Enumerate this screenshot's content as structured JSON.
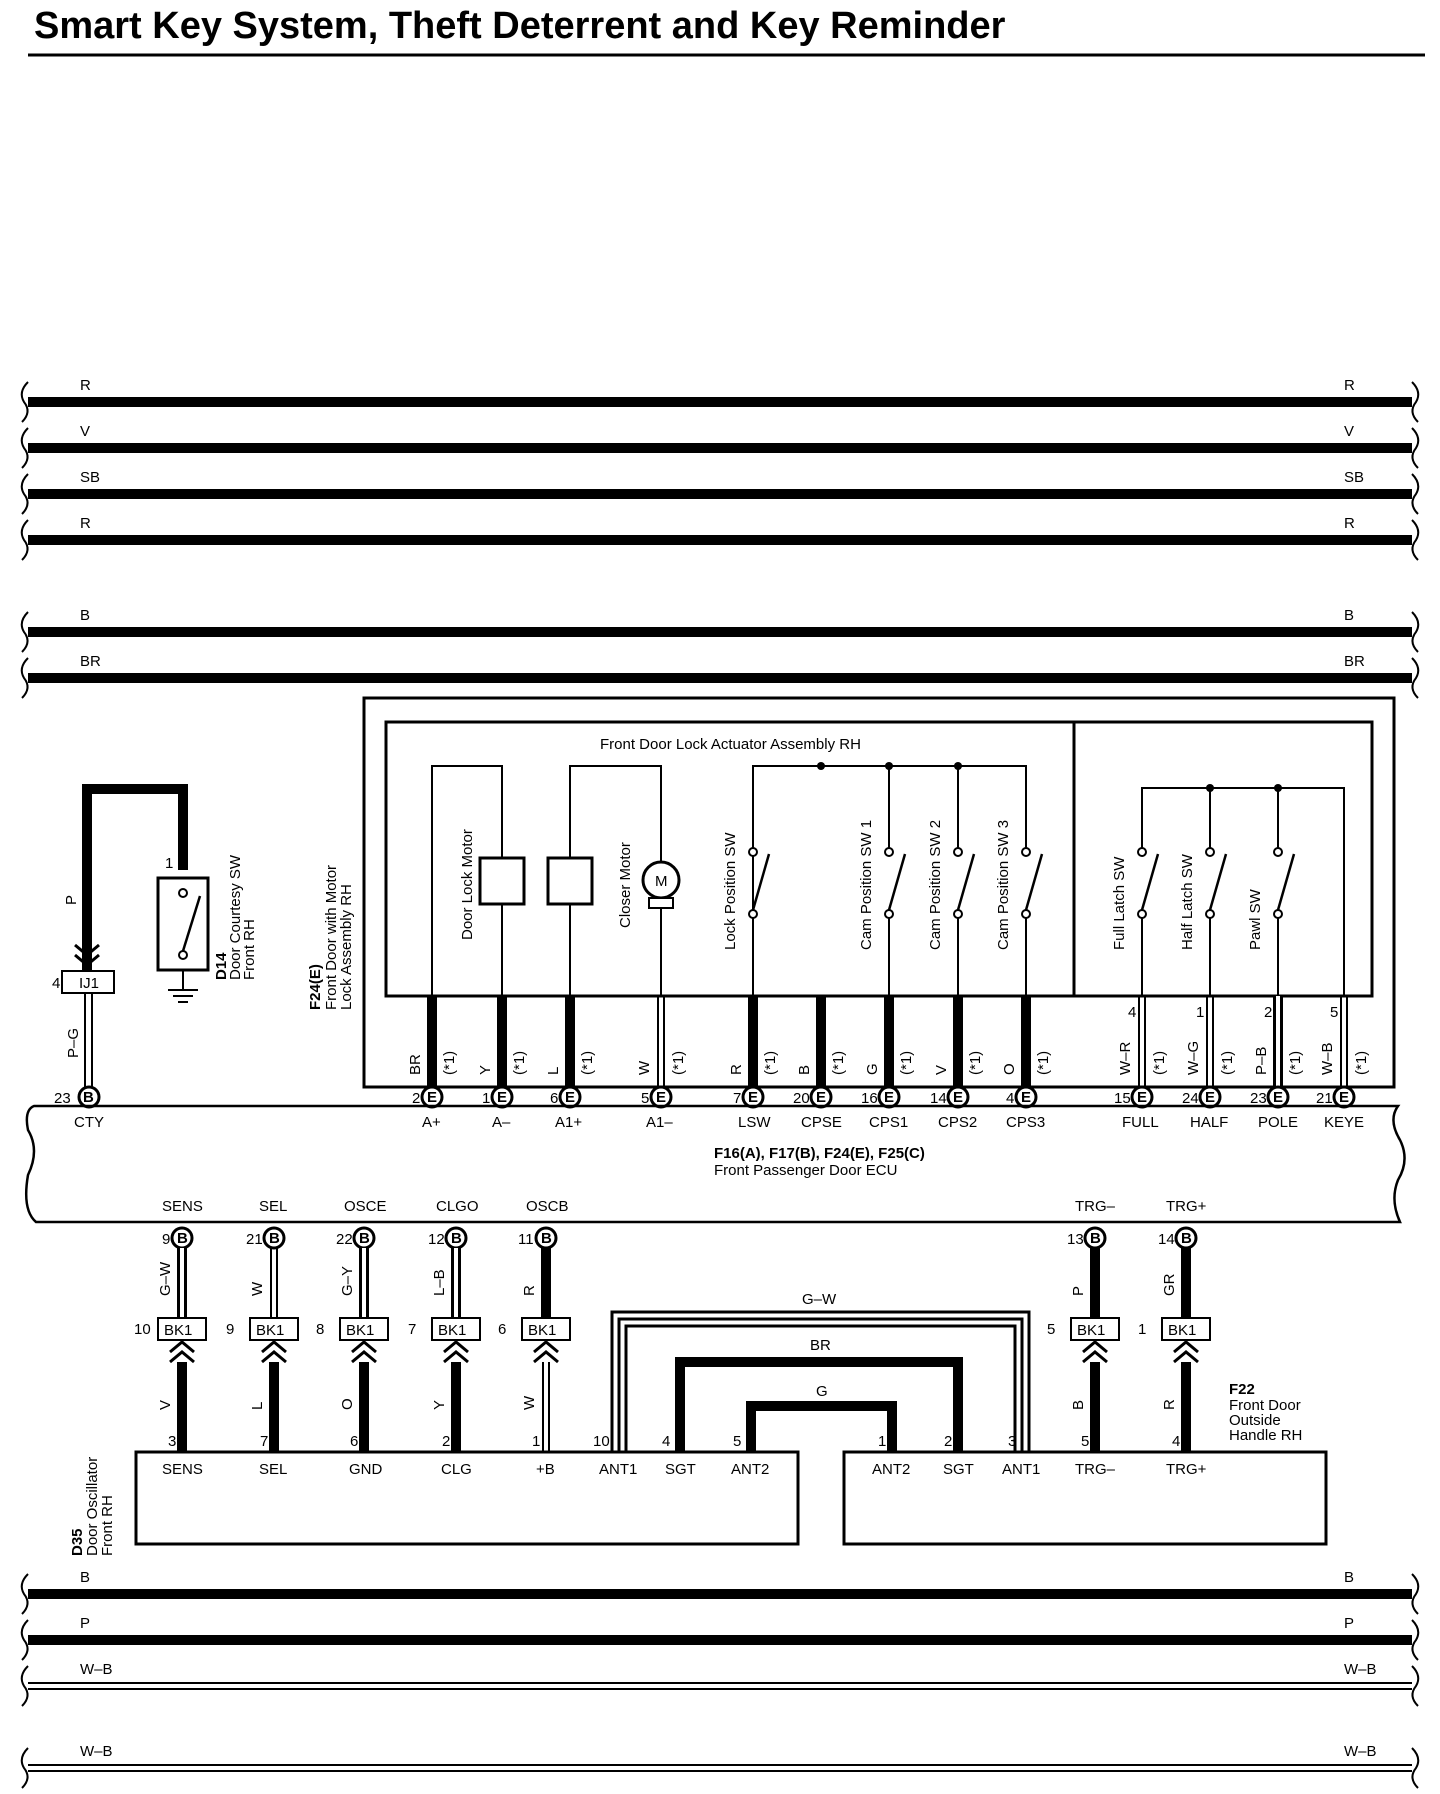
{
  "title": "Smart Key System, Theft Deterrent and Key Reminder",
  "top_wires": [
    "R",
    "V",
    "SB",
    "R",
    "B",
    "BR"
  ],
  "bottom_wires": [
    "B",
    "P",
    "W–B",
    "W–B"
  ],
  "d14": {
    "wire": "P",
    "junction_pin": "4",
    "junction": "IJ1",
    "wire2": "P–G",
    "pin_num": "23",
    "pin_conn": "B",
    "terminal": "CTY",
    "switch_pin": "1",
    "label": [
      "D14",
      "Door Courtesy SW",
      "Front RH"
    ]
  },
  "actuator": {
    "title": "Front Door Lock Actuator Assembly RH",
    "assembly_label": [
      "F24(E)",
      "Front Door with Motor",
      "Lock Assembly RH"
    ],
    "components": [
      "Door Lock Motor",
      "Closer Motor",
      "M",
      "Lock Position SW",
      "Cam Position SW 1",
      "Cam Position SW 2",
      "Cam Position SW 3",
      "Full Latch SW",
      "Half Latch SW",
      "Pawl SW"
    ],
    "note": "(*1)",
    "pins": [
      {
        "wire": "BR",
        "num": "2",
        "conn": "E",
        "term": "A+"
      },
      {
        "wire": "Y",
        "num": "1",
        "conn": "E",
        "term": "A–"
      },
      {
        "wire": "L",
        "num": "6",
        "conn": "E",
        "term": "A1+"
      },
      {
        "wire": "W",
        "num": "5",
        "conn": "E",
        "term": "A1–"
      },
      {
        "wire": "R",
        "num": "7",
        "conn": "E",
        "term": "LSW"
      },
      {
        "wire": "B",
        "num": "20",
        "conn": "E",
        "term": "CPSE"
      },
      {
        "wire": "G",
        "num": "16",
        "conn": "E",
        "term": "CPS1"
      },
      {
        "wire": "V",
        "num": "14",
        "conn": "E",
        "term": "CPS2"
      },
      {
        "wire": "O",
        "num": "4",
        "conn": "E",
        "term": "CPS3"
      },
      {
        "wire": "W–R",
        "top": "4",
        "num": "15",
        "conn": "E",
        "term": "FULL"
      },
      {
        "wire": "W–G",
        "top": "1",
        "num": "24",
        "conn": "E",
        "term": "HALF"
      },
      {
        "wire": "P–B",
        "top": "2",
        "num": "23",
        "conn": "E",
        "term": "POLE"
      },
      {
        "wire": "W–B",
        "top": "5",
        "num": "21",
        "conn": "E",
        "term": "KEYE"
      }
    ]
  },
  "ecu": {
    "label1": "F16(A), F17(B), F24(E), F25(C)",
    "label2": "Front Passenger Door ECU",
    "bottom_pins": [
      {
        "term": "SENS",
        "num": "9",
        "conn": "B",
        "wire": "G–W",
        "jnum": "10",
        "j": "BK1",
        "wire2": "V",
        "bnum": "3",
        "bterm": "SENS"
      },
      {
        "term": "SEL",
        "num": "21",
        "conn": "B",
        "wire": "W",
        "jnum": "9",
        "j": "BK1",
        "wire2": "L",
        "bnum": "7",
        "bterm": "SEL"
      },
      {
        "term": "OSCE",
        "num": "22",
        "conn": "B",
        "wire": "G–Y",
        "jnum": "8",
        "j": "BK1",
        "wire2": "O",
        "bnum": "6",
        "bterm": "GND"
      },
      {
        "term": "CLGO",
        "num": "12",
        "conn": "B",
        "wire": "L–B",
        "jnum": "7",
        "j": "BK1",
        "wire2": "Y",
        "bnum": "2",
        "bterm": "CLG"
      },
      {
        "term": "OSCB",
        "num": "11",
        "conn": "B",
        "wire": "R",
        "jnum": "6",
        "j": "BK1",
        "wire2": "W",
        "bnum": "1",
        "bterm": "+B"
      },
      {
        "term": "TRG–",
        "num": "13",
        "conn": "B",
        "wire": "P",
        "jnum": "5",
        "j": "BK1",
        "wire2": "B",
        "bnum": "5",
        "bterm": "TRG–"
      },
      {
        "term": "TRG+",
        "num": "14",
        "conn": "B",
        "wire": "GR",
        "jnum": "1",
        "j": "BK1",
        "wire2": "R",
        "bnum": "4",
        "bterm": "TRG+"
      }
    ]
  },
  "antenna": {
    "wires": [
      "G–W",
      "BR",
      "G"
    ],
    "left": [
      {
        "num": "10",
        "term": "ANT1"
      },
      {
        "num": "4",
        "term": "SGT"
      },
      {
        "num": "5",
        "term": "ANT2"
      }
    ],
    "right": [
      {
        "num": "1",
        "term": "ANT2"
      },
      {
        "num": "2",
        "term": "SGT"
      },
      {
        "num": "3",
        "term": "ANT1"
      }
    ]
  },
  "d35_label": [
    "D35",
    "Door Oscillator",
    "Front RH"
  ],
  "f22_label": [
    "F22",
    "Front Door",
    "Outside",
    "Handle RH"
  ]
}
